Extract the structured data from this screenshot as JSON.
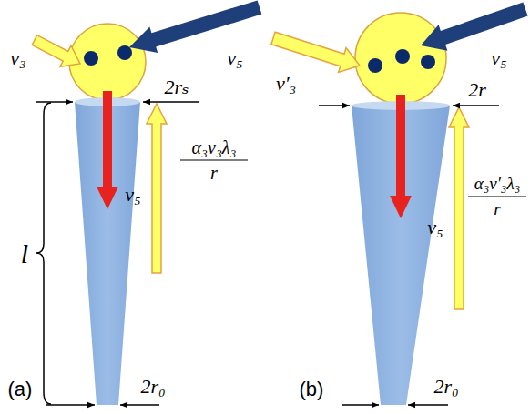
{
  "diagram": {
    "labels": [
      "v₃",
      "v₅",
      "2rₛ",
      "v₅",
      "α₃v₃λ₃",
      "r",
      "l",
      "2r₀",
      "(a)",
      "v′₃",
      "v₅",
      "2r",
      "v₅",
      "α₃v′₃λ₃",
      "r",
      "2r₀",
      "(b)"
    ]
  }
}
